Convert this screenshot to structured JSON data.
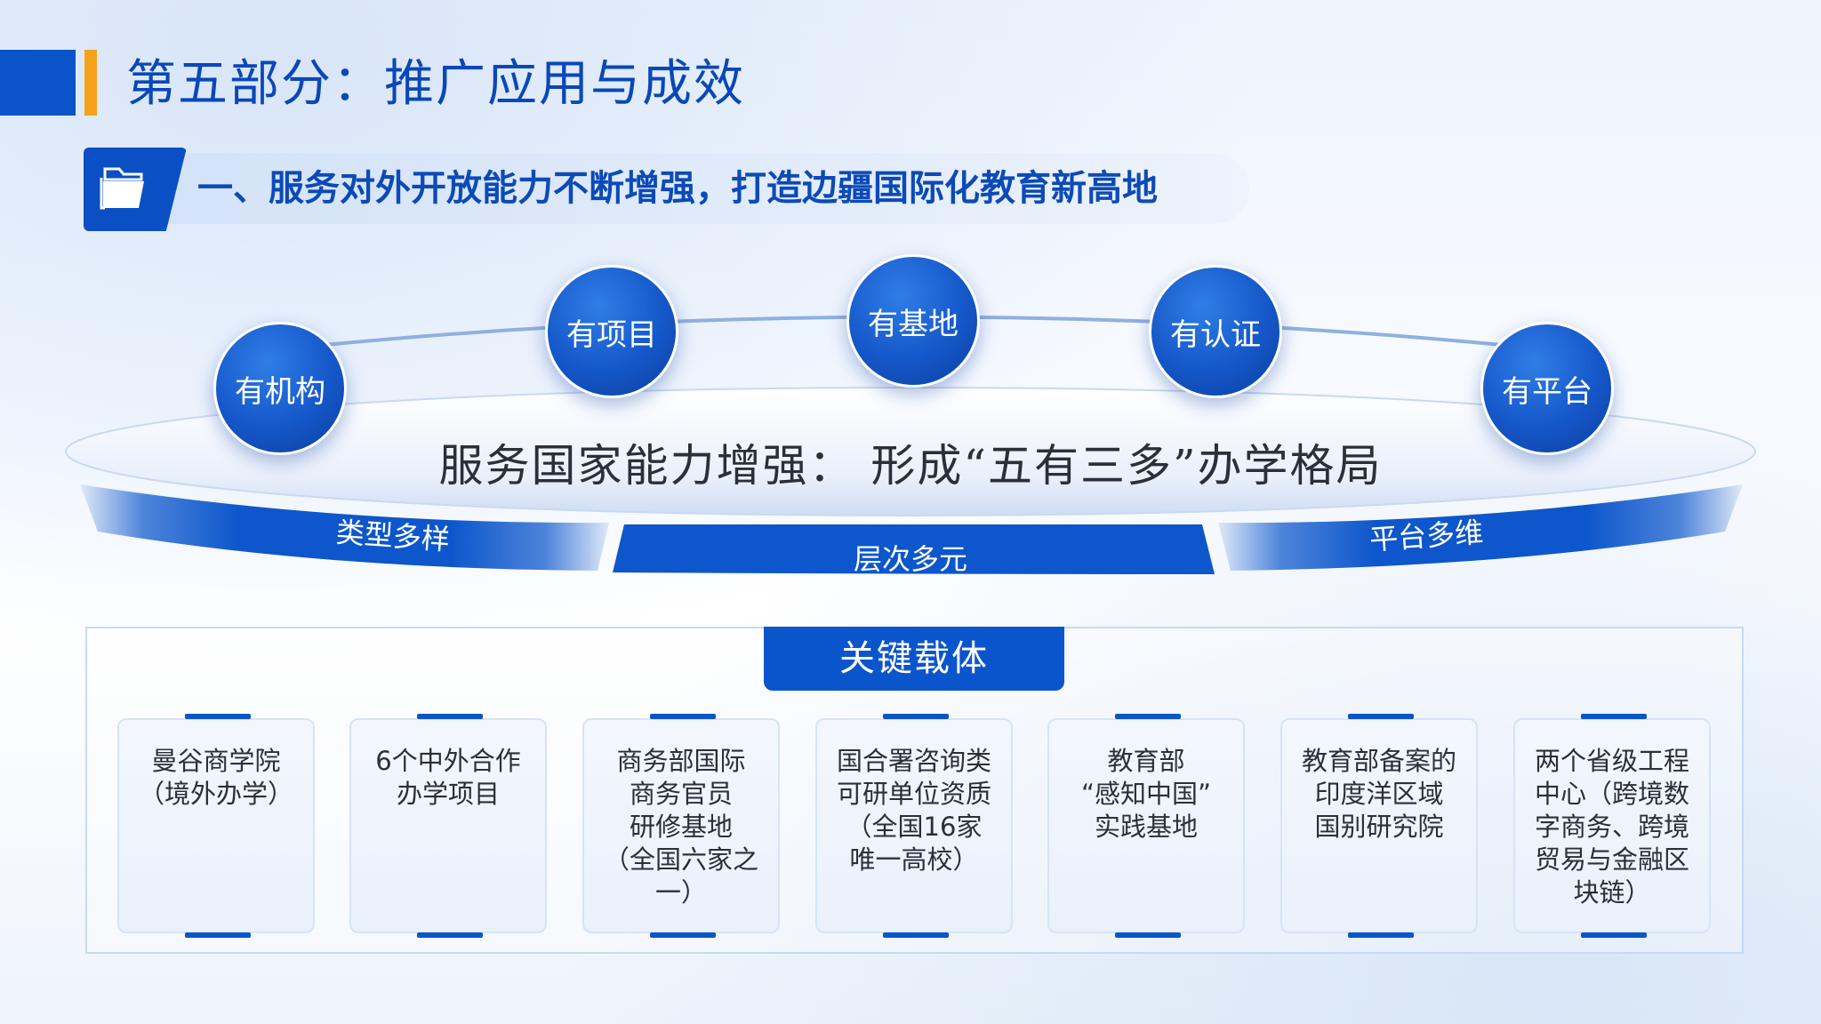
{
  "header": {
    "title": "第五部分：推广应用与成效",
    "subtitle": "一、服务对外开放能力不断增强，打造边疆国际化教育新高地",
    "subtitle_icon": "folder-icon"
  },
  "diagram": {
    "nodes": [
      "有机构",
      "有项目",
      "有基地",
      "有认证",
      "有平台"
    ],
    "statement": "服务国家能力增强：  形成“五有三多”办学格局",
    "bands": [
      "类型多样",
      "层次多元",
      "平台多维"
    ]
  },
  "carriers": {
    "title": "关键载体",
    "items": [
      "曼谷商学院\n（境外办学）",
      "6个中外合作\n办学项目",
      "商务部国际\n商务官员\n研修基地\n（全国六家之一）",
      "国合署咨询类\n可研单位资质\n（全国16家\n唯一高校）",
      "教育部\n“感知中国”\n实践基地",
      "教育部备案的\n印度洋区域\n国别研究院",
      "两个省级工程\n中心（跨境数\n字商务、跨境\n贸易与金融区\n块链）"
    ]
  },
  "colors": {
    "primary": "#0b55cc",
    "accent": "#f5a21a",
    "title": "#0a47b8"
  }
}
